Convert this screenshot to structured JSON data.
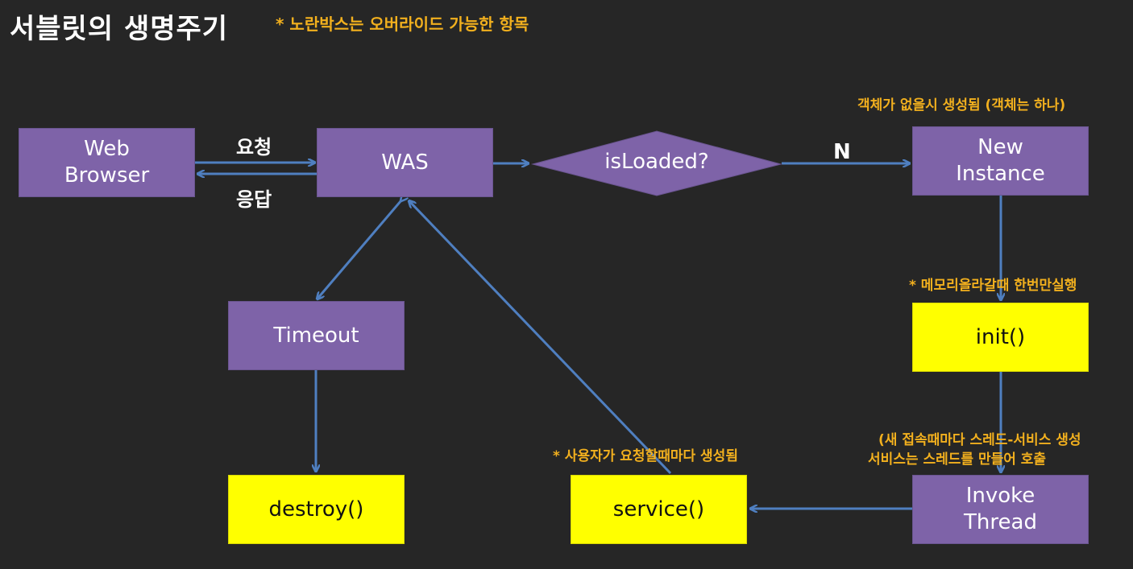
{
  "title": "서블릿의 생명주기",
  "subtitle": "* 노란박스는 오버라이드 가능한 항목",
  "colors": {
    "background": "#262626",
    "process_box": "#7e63a8",
    "overridable_box": "#ffff00",
    "arrow": "#4f7fc0",
    "note_text": "#f2b01e"
  },
  "nodes": {
    "web_browser": "Web\nBrowser",
    "was": "WAS",
    "is_loaded": "isLoaded?",
    "new_instance": "New\nInstance",
    "init": "init()",
    "invoke_thread": "Invoke\nThread",
    "service": "service()",
    "timeout": "Timeout",
    "destroy": "destroy()"
  },
  "edge_labels": {
    "request": "요청",
    "response": "응답",
    "no": "N"
  },
  "notes": {
    "new_instance": "객체가 없을시 생성됨  (객체는 하나)",
    "init": "* 메모리올라갈때 한번만실행",
    "invoke_line1": "(새 접속때마다 스레드-서비스 생성",
    "invoke_line2": "서비스는 스레드를 만들어 호출",
    "service": "* 사용자가 요청할때마다 생성됨"
  }
}
